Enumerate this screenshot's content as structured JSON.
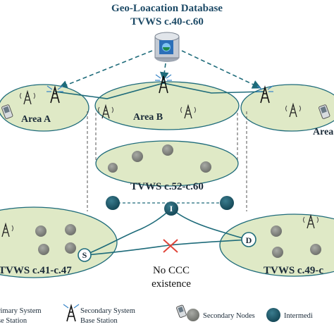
{
  "header": {
    "title": "Geo-Loacation Database",
    "channels": "TVWS c.40-c.60"
  },
  "areas": {
    "a": "Area A",
    "b": "Area B",
    "c": "Area"
  },
  "clusters": {
    "center": "TVWS c.52-c.60",
    "left": "TVWS c.41-c.47",
    "right": "TVWS c.49-c"
  },
  "nodes": {
    "source": "S",
    "intermediate": "I",
    "destination": "D"
  },
  "annotation": {
    "line1": "No CCC",
    "line2": "existence"
  },
  "legend": {
    "primary_line1": "rimary System",
    "primary_line2": "se Station",
    "secondary_line1": "Secondary System",
    "secondary_line2": "Base Station",
    "nodes": "Secondary Nodes",
    "intermediate": "Intermedi"
  },
  "colors": {
    "ellipse_fill": "#dfe9c6",
    "ellipse_stroke": "#1e6b7a",
    "link": "#1e6b7a",
    "intermediate_node": "#1d5a6b",
    "secondary_node": "#8d8f8a",
    "broken_link_mark": "#e0453a"
  }
}
